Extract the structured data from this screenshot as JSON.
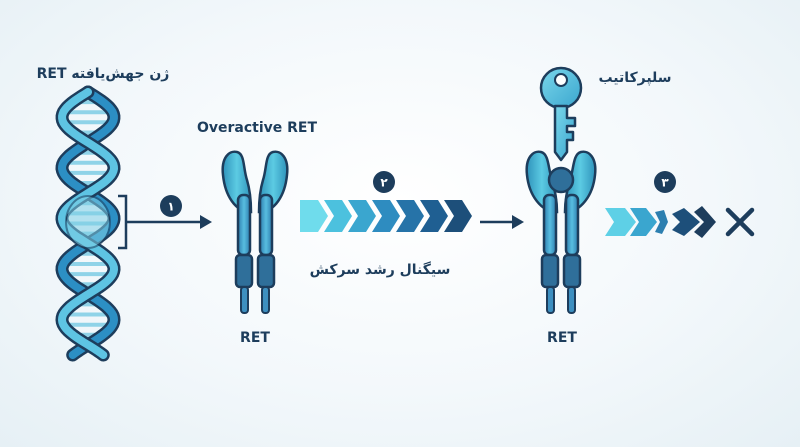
{
  "labels": {
    "mutated_gene": "ژن جهش‌یافته RET",
    "overactive": "Overactive RET",
    "receptor_left": "RET",
    "receptor_right": "RET",
    "growth_signal": "سیگنال رشد سرکش",
    "drug": "سلپرکاتیب"
  },
  "steps": [
    "۱",
    "۲",
    "۳"
  ],
  "colors": {
    "navy": "#1d3d5c",
    "dna_blue": "#2c7fb8",
    "light_blue": "#8fd3e8",
    "receptor_cyan": "#4fb9d6",
    "receptor_dark": "#2f6f9a",
    "arrow_light": "#5ed0e6",
    "arrow_dark": "#1d4f7a"
  },
  "icons": {
    "dna": "dna-helix-icon",
    "key": "key-icon",
    "blocked": "x-mark-icon"
  }
}
